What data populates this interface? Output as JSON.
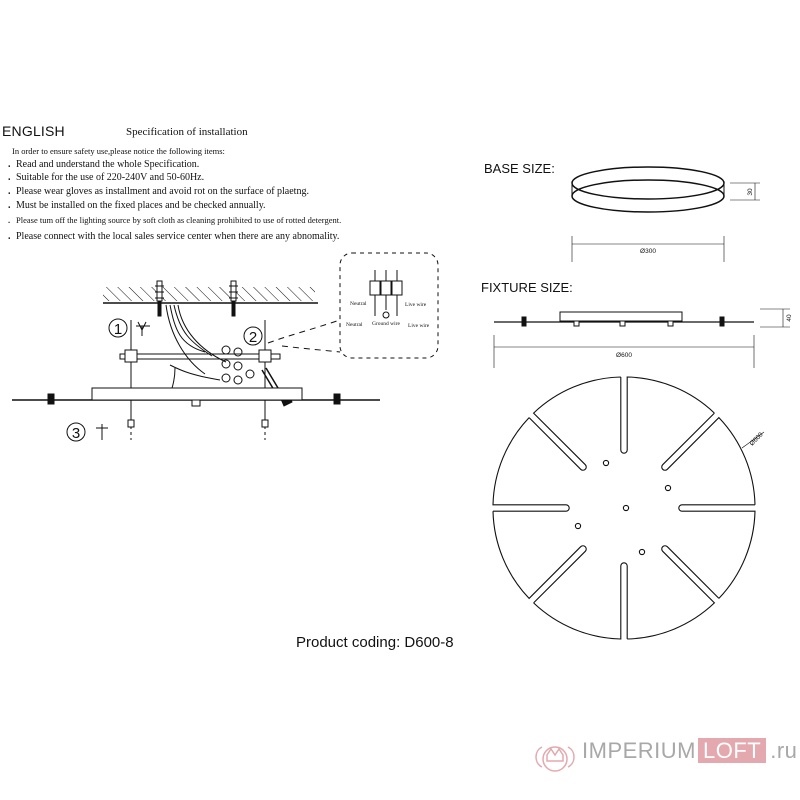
{
  "header": {
    "language": "ENGLISH",
    "title": "Specification of installation",
    "intro": "In order to ensure safety use,please notice the following items:"
  },
  "instructions": [
    "Read and understand the whole Specification.",
    "Suitable for the use of 220-240V and 50-60Hz.",
    "Please wear gloves as installment and avoid rot on the surface of plaetng.",
    "Must be installed on the fixed places and be checked annually.",
    "Please tum off the lighting source by soft cloth as cleaning prohibited to use of rotted detergent.",
    "Please connect with the local sales service center when there are any abnomality."
  ],
  "steps": [
    "1",
    "2",
    "3"
  ],
  "wiring": {
    "neutral_top": "Neutral",
    "neutral_bottom": "Neutral",
    "ground": "Ground wire",
    "live_top": "Live wire",
    "live_bottom": "Live wire"
  },
  "base": {
    "label": "BASE SIZE:",
    "height": "30",
    "diameter": "Ø300"
  },
  "fixture": {
    "label": "FIXTURE SIZE:",
    "height": "40",
    "diameter": "Ø600",
    "circle_diameter": "Ø600",
    "blade_count": 8
  },
  "product_coding": "Product coding: D600-8",
  "watermark": {
    "brand": "IMPERIUM",
    "brand_highlight": "LOFT",
    "domain": ".ru"
  },
  "colors": {
    "line": "#111111",
    "watermark_gray": "#a8a8a8",
    "watermark_pink": "#e3a9ae"
  }
}
